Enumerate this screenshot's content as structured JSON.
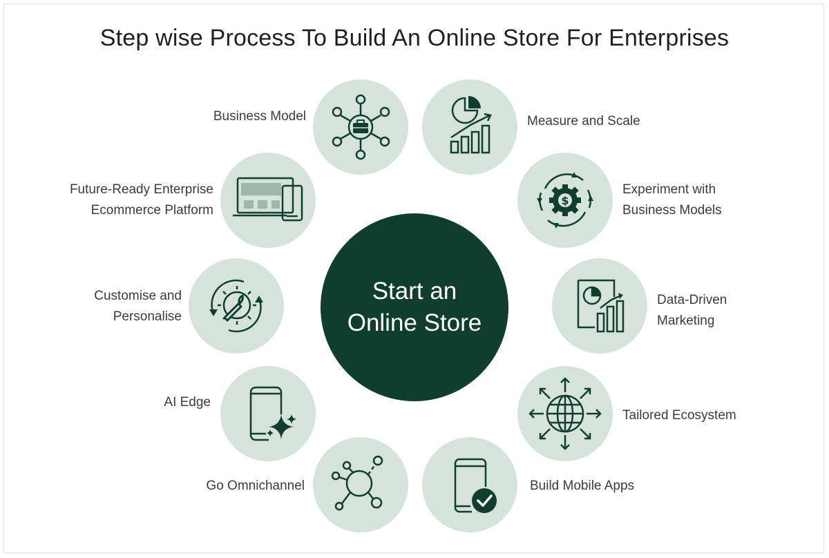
{
  "title": "Step wise Process To Build An Online Store For Enterprises",
  "center": {
    "line1": "Start an",
    "line2": "Online Store"
  },
  "colors": {
    "dark_green": "#0f3d2e",
    "circle_fill": "#d5e3dc",
    "text": "#3b3b3b"
  },
  "steps": [
    {
      "icon": "network-briefcase-icon",
      "lines": [
        "Business Model"
      ]
    },
    {
      "icon": "pie-bar-growth-icon",
      "lines": [
        "Measure and Scale"
      ]
    },
    {
      "icon": "desktop-mobile-icon",
      "lines": [
        "Future-Ready Enterprise",
        "Ecommerce Platform"
      ]
    },
    {
      "icon": "dollar-gear-cycle-icon",
      "lines": [
        "Experiment with",
        "Business Models"
      ]
    },
    {
      "icon": "wrench-gear-cycle-icon",
      "lines": [
        "Customise and",
        "Personalise"
      ]
    },
    {
      "icon": "report-chart-icon",
      "lines": [
        "Data-Driven",
        "Marketing"
      ]
    },
    {
      "icon": "phone-sparkle-icon",
      "lines": [
        "AI Edge"
      ]
    },
    {
      "icon": "globe-arrows-icon",
      "lines": [
        "Tailored Ecosystem"
      ]
    },
    {
      "icon": "hub-nodes-icon",
      "lines": [
        "Go Omnichannel"
      ]
    },
    {
      "icon": "phone-check-icon",
      "lines": [
        "Build Mobile Apps"
      ]
    }
  ]
}
